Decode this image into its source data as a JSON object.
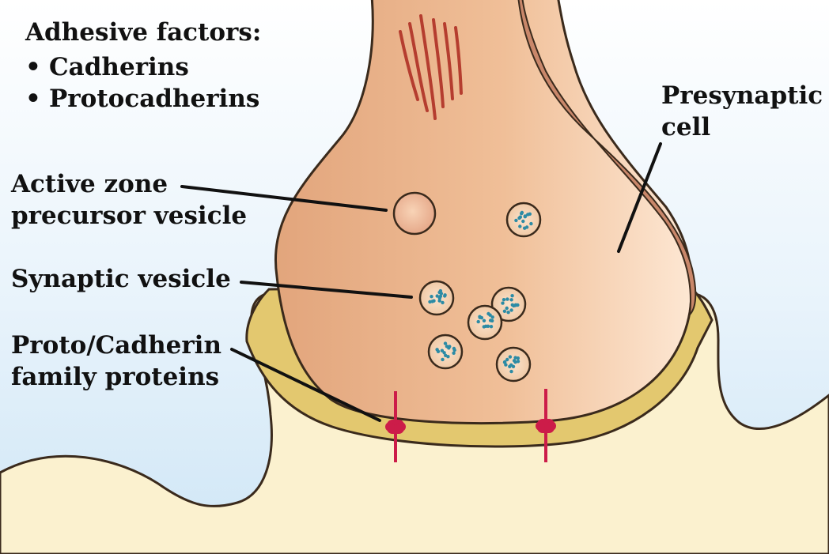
{
  "legend": {
    "title": "Adhesive factors:",
    "items": [
      {
        "bullet": "•",
        "text": "Cadherins"
      },
      {
        "bullet": "•",
        "text": "Protocadherins"
      }
    ]
  },
  "labels": {
    "presynaptic": [
      "Presynaptic",
      "cell"
    ],
    "active_zone": [
      "Active zone",
      "precursor vesicle"
    ],
    "synaptic_vesicle": [
      "Synaptic vesicle"
    ],
    "proto_cadherin": [
      "Proto/Cadherin",
      "family proteins"
    ]
  },
  "colors": {
    "background_top": "#ffffff",
    "background_bottom": "#cfe6f6",
    "postsynaptic_fill": "#fbf1cf",
    "cleft_fill": "#e3c86f",
    "presynaptic_light": "#fbdcc0",
    "presynaptic_dark": "#e2a57c",
    "membrane_edge": "#c9876a",
    "protein": "#cc1c49",
    "vesicle_dots": "#2c8ba5",
    "outline": "#3a2a1c"
  }
}
